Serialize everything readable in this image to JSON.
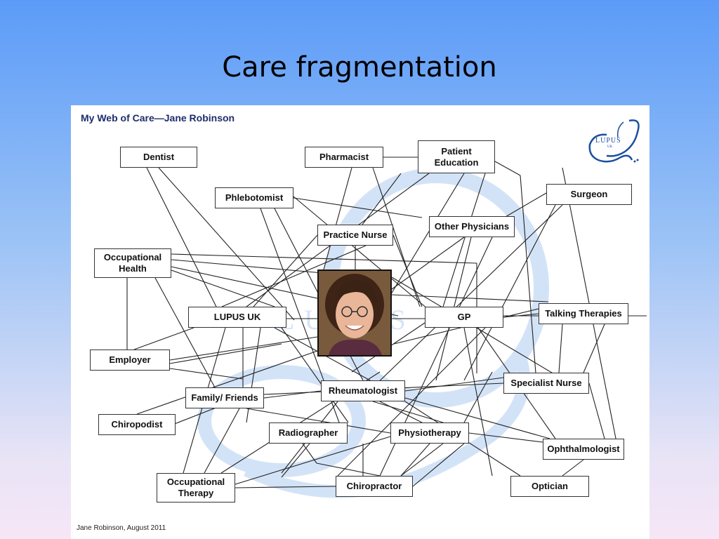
{
  "slide": {
    "title": "Care fragmentation"
  },
  "diagram": {
    "title": "My Web of Care—Jane Robinson",
    "credit": "Jane Robinson, August 2011",
    "logo_text": "LUPUS",
    "logo_sub": "UK",
    "watermark_text": "LUPUS",
    "colors": {
      "title": "#1f2d6b",
      "line": "#222222",
      "watermark": "#cfe0f6"
    },
    "nodes": [
      {
        "id": "dentist",
        "label": "Dentist"
      },
      {
        "id": "pharmacist",
        "label": "Pharmacist"
      },
      {
        "id": "patient-education",
        "label": "Patient\nEducation"
      },
      {
        "id": "surgeon",
        "label": "Surgeon"
      },
      {
        "id": "phlebotomist",
        "label": "Phlebotomist"
      },
      {
        "id": "practice-nurse",
        "label": "Practice Nurse"
      },
      {
        "id": "other-physicians",
        "label": "Other Physicians"
      },
      {
        "id": "occupational-health",
        "label": "Occupational\nHealth"
      },
      {
        "id": "lupus-uk",
        "label": "LUPUS UK"
      },
      {
        "id": "gp",
        "label": "GP"
      },
      {
        "id": "talking-therapies",
        "label": "Talking Therapies"
      },
      {
        "id": "employer",
        "label": "Employer"
      },
      {
        "id": "family-friends",
        "label": "Family/ Friends"
      },
      {
        "id": "rheumatologist",
        "label": "Rheumatologist"
      },
      {
        "id": "specialist-nurse",
        "label": "Specialist Nurse"
      },
      {
        "id": "chiropodist",
        "label": "Chiropodist"
      },
      {
        "id": "radiographer",
        "label": "Radiographer"
      },
      {
        "id": "physiotherapy",
        "label": "Physiotherapy"
      },
      {
        "id": "ophthalmologist",
        "label": "Ophthalmologist"
      },
      {
        "id": "occupational-therapy",
        "label": "Occupational\nTherapy"
      },
      {
        "id": "chiropractor",
        "label": "Chiropractor"
      },
      {
        "id": "optician",
        "label": "Optician"
      }
    ],
    "center": {
      "id": "jane-robinson-photo"
    }
  }
}
